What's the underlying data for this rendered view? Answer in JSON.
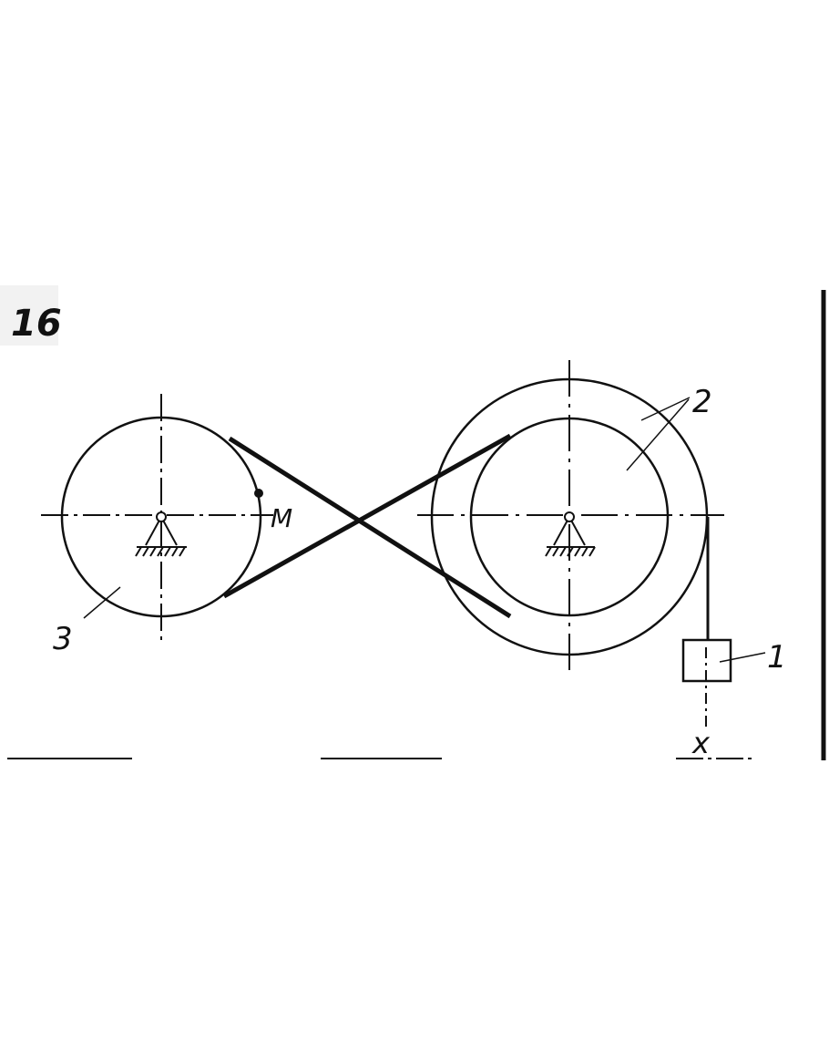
{
  "figure_number": "16",
  "labels": {
    "body_1": "1",
    "body_2": "2",
    "body_3": "3",
    "point_m": "M",
    "axis_x": "x"
  },
  "colors": {
    "ink": "#111111",
    "figure_number_bg": "#f2f2f2"
  }
}
